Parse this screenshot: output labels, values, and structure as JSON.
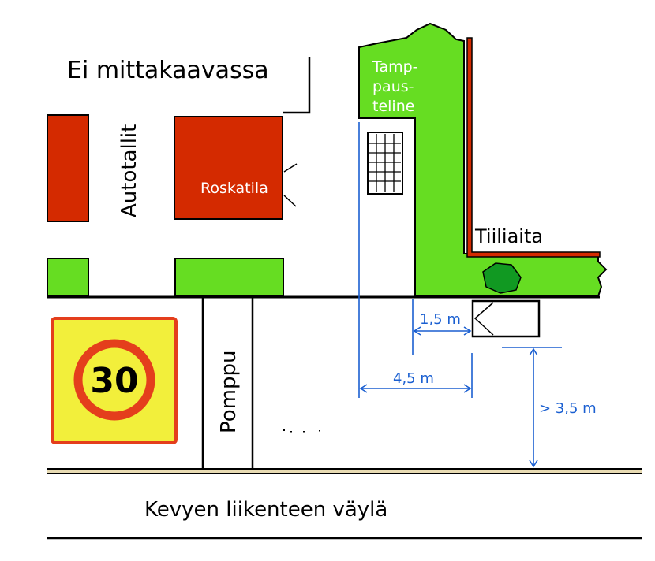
{
  "labels": {
    "scale_note": "Ei mittakaavassa",
    "garages": "Autotallit",
    "waste_room": "Roskatila",
    "rack_line1": "Tamp-",
    "rack_line2": "paus-",
    "rack_line3": "teline",
    "brick_fence": "Tiiliaita",
    "pump": "Pomppu",
    "path": "Kevyen liikenteen väylä"
  },
  "speed_sign": {
    "limit": "30"
  },
  "dimensions": {
    "d1": "1,5 m",
    "d2": "4,5 m",
    "d3": "> 3,5 m"
  },
  "colors": {
    "building_red": "#d42a00",
    "lawn_green": "#66dd22",
    "bush_green": "#119922",
    "sign_yellow": "#f2ef3b",
    "sign_border": "#e43e1c",
    "dimension_blue": "#1a5fd1"
  }
}
